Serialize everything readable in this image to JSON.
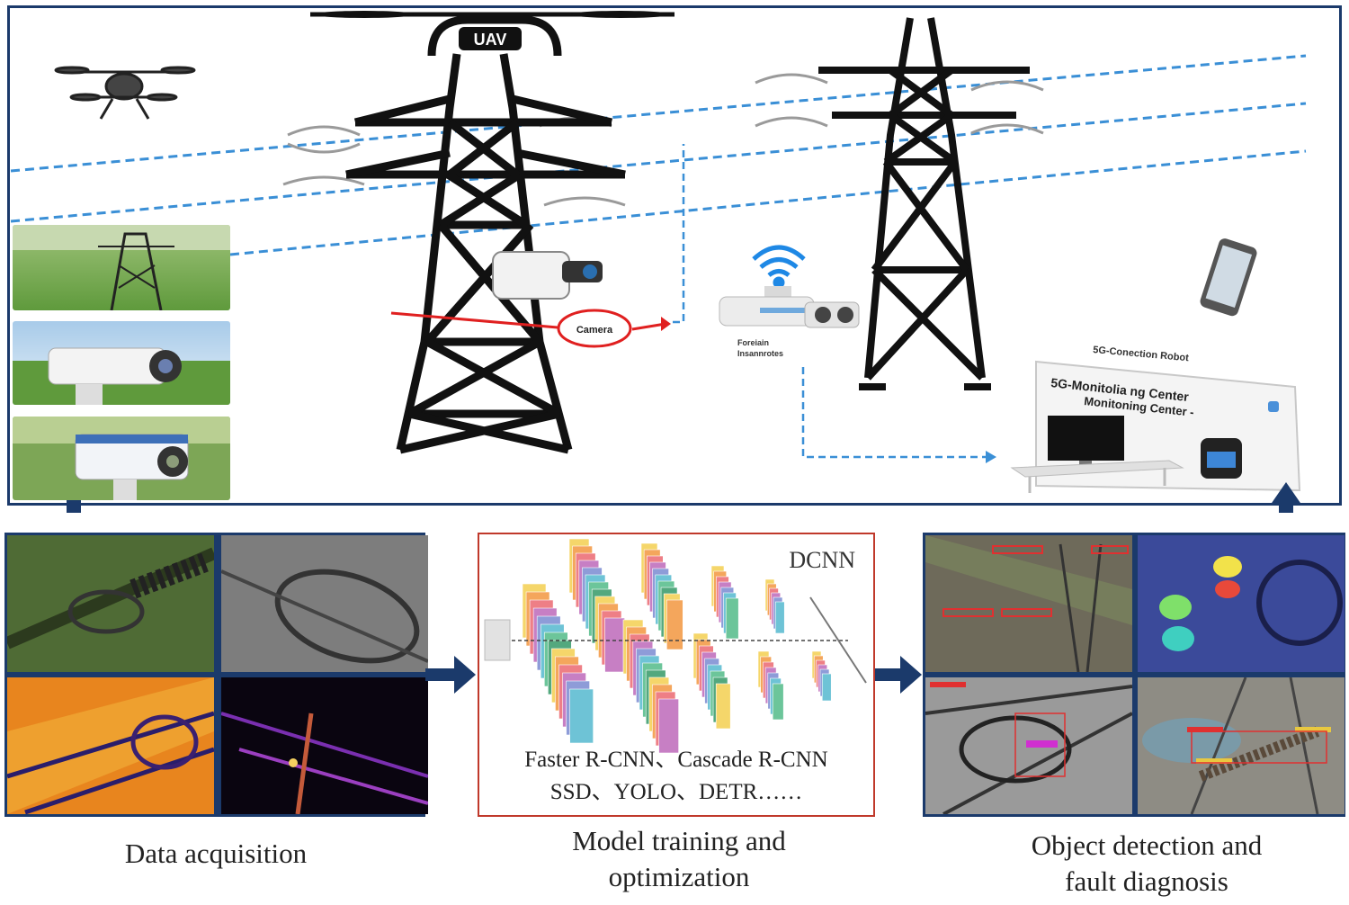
{
  "top": {
    "uav_label": "UAV",
    "camera_label": "Camera",
    "foreign_label_1": "Foreiain",
    "foreign_label_2": "Insannrotes",
    "robot_label": "5G-Conection Robot",
    "center_line_1": "5G-Monitolia ng Center",
    "center_line_2": "Monitoning Center -"
  },
  "model": {
    "tag": "DCNN",
    "algorithms_line_1": "Faster R-CNN、Cascade R-CNN",
    "algorithms_line_2": "SSD、YOLO、DETR……"
  },
  "captions": {
    "data": "Data acquisition",
    "model_1": "Model training and",
    "model_2": "optimization",
    "detect_1": "Object detection and",
    "detect_2": "fault diagnosis"
  },
  "colors": {
    "frame": "#1b3a6b",
    "model_frame": "#c0392b",
    "power_line": "#3a8fd6",
    "tower": "#111111"
  }
}
